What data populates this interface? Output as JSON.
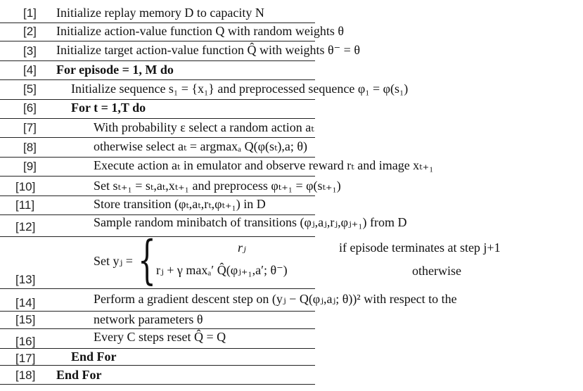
{
  "steps": [
    {
      "n": "[1]",
      "text": "Initialize replay memory D to capacity N"
    },
    {
      "n": "[2]",
      "text": "Initialize action-value function Q with random weights θ"
    },
    {
      "n": "[3]",
      "text": "Initialize target action-value function Q̂ with weights θ⁻ = θ"
    },
    {
      "n": "[4]",
      "text": "For episode = 1, M do"
    },
    {
      "n": "[5]",
      "text": "Initialize sequence s₁ = {x₁} and preprocessed sequence φ₁ = φ(s₁)"
    },
    {
      "n": "[6]",
      "text": "For t = 1,T do"
    },
    {
      "n": "[7]",
      "text": "With probability ε select a random action aₜ"
    },
    {
      "n": "[8]",
      "text": "otherwise select aₜ = argmaxₐ Q(φ(sₜ),a; θ)"
    },
    {
      "n": "[9]",
      "text": "Execute action aₜ in emulator and observe reward rₜ and image xₜ₊₁"
    },
    {
      "n": "[10]",
      "text": "Set sₜ₊₁ = sₜ,aₜ,xₜ₊₁ and preprocess φₜ₊₁ = φ(sₜ₊₁)"
    },
    {
      "n": "[11]",
      "text": "Store transition (φₜ,aₜ,rₜ,φₜ₊₁) in D"
    },
    {
      "n": "[12]",
      "text": "Sample random minibatch of transitions (φⱼ,aⱼ,rⱼ,φⱼ₊₁) from D"
    },
    {
      "n": "[13]",
      "text": "Set yⱼ ="
    },
    {
      "n": "[14]",
      "text": "Perform a gradient descent step on (yⱼ − Q(φⱼ,aⱼ; θ))² with respect to the"
    },
    {
      "n": "[15]",
      "text": "network parameters θ"
    },
    {
      "n": "[16]",
      "text": "Every C steps reset Q̂ = Q"
    },
    {
      "n": "[17]",
      "text": "End For"
    },
    {
      "n": "[18]",
      "text": "End For"
    }
  ],
  "case_top_expr": "rⱼ",
  "case_top_cond": "if episode terminates at step j+1",
  "case_bottom_expr": "rⱼ + γ maxₐ′ Q̂(φⱼ₊₁,a′; θ⁻)",
  "case_bottom_cond": "otherwise"
}
